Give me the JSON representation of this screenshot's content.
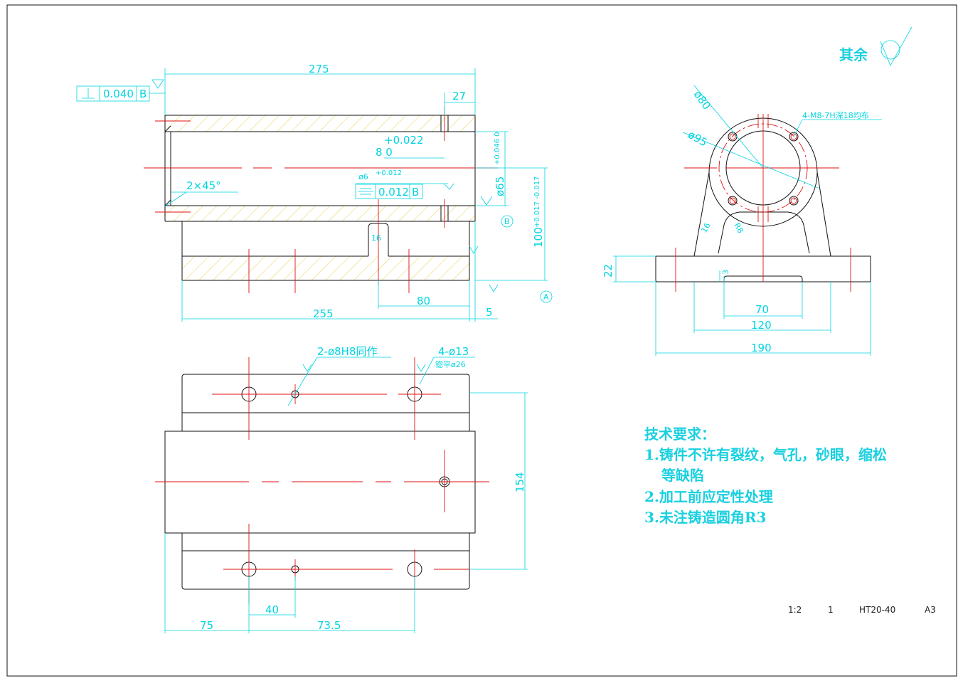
{
  "dimensions": {
    "front": {
      "total_length": "275",
      "bore_depth": "27",
      "tol_upper": "+0.022",
      "bore_80": "8 0",
      "pin_hole": "ø6",
      "pin_tol": "+0.012",
      "chamfer": "2×45°",
      "fillet_16": "16",
      "base_80": "80",
      "base_length": "255",
      "offset_5": "5",
      "bore_dia": "ø65",
      "bore_dia_tol": "+0.046 0",
      "height": "100",
      "height_tol": "+0.017 -0.017",
      "datum_a": "A",
      "datum_b": "B",
      "gdt_perp_value": "0.040",
      "gdt_perp_ref": "B",
      "gdt_sym_value": "0.012",
      "gdt_sym_ref": "B"
    },
    "side": {
      "dia_80": "ø80",
      "dia_95": "ø95",
      "thread_note": "4-M8-7H深18均布",
      "r16": "16",
      "r8": "R8",
      "base_h": "22",
      "slot_depth": "3",
      "slot_w": "70",
      "foot_span": "120",
      "base_w": "190"
    },
    "top": {
      "pin_note": "2-ø8H8同作",
      "hole_note": "4-ø13",
      "spotface": "锪平ø26",
      "width_154": "154",
      "d40": "40",
      "d75": "75",
      "d73_5": "73.5"
    }
  },
  "surface_finish": "其余",
  "tech_requirements": {
    "heading": "技术要求：",
    "line1": "1.铸件不许有裂纹，气孔，砂眼，缩松",
    "line1b": "等缺陷",
    "line2": "2.加工前应定性处理",
    "line3": "3.未注铸造圆角R3"
  },
  "title_block": {
    "scale": "1:2",
    "qty": "1",
    "material": "HT20-40",
    "size": "A3"
  },
  "colors": {
    "dimension": "#00d4e0",
    "centerline": "#e01010",
    "object": "#111111",
    "hatch": "#e8d04a"
  }
}
